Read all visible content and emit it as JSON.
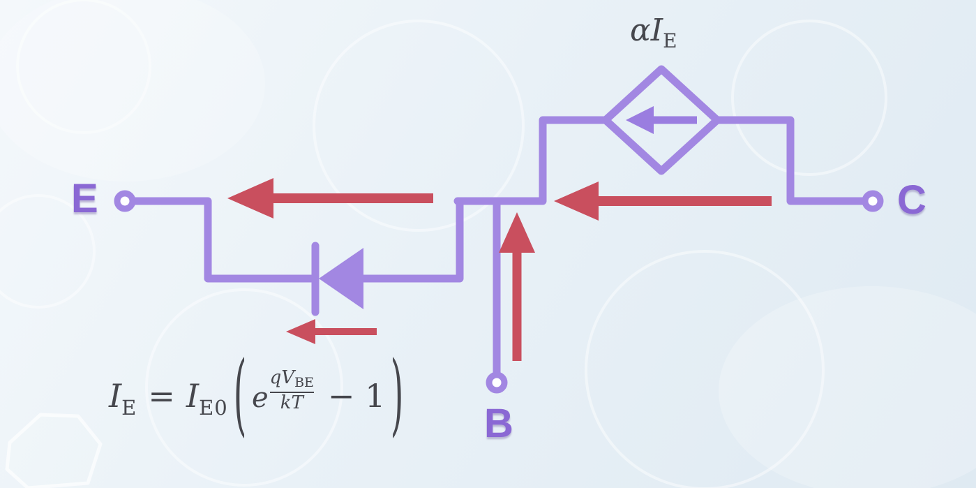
{
  "colors": {
    "wire": "#a287e2",
    "source_arrow": "#9a7de0",
    "terminal_letter": "#8a68d4",
    "arrow_red": "#c94f5e",
    "math_text": "#46474d",
    "bg_light": "#f4f8fb",
    "bg_mid": "#e9f1f7",
    "bg_dark": "#dfeaf2"
  },
  "terminals": {
    "emitter": "E",
    "base": "B",
    "collector": "C"
  },
  "source_label": {
    "prefix": "αI",
    "sub": "E"
  },
  "equation": {
    "lhs_i": "I",
    "lhs_sub": "E",
    "equals": "=",
    "rhs_i": "I",
    "rhs_sub": "E0",
    "open_paren": "(",
    "exp_base": "e",
    "num_main": "qV",
    "num_sub": "BE",
    "den": "kT",
    "tail": "− 1",
    "close_paren": ")"
  }
}
